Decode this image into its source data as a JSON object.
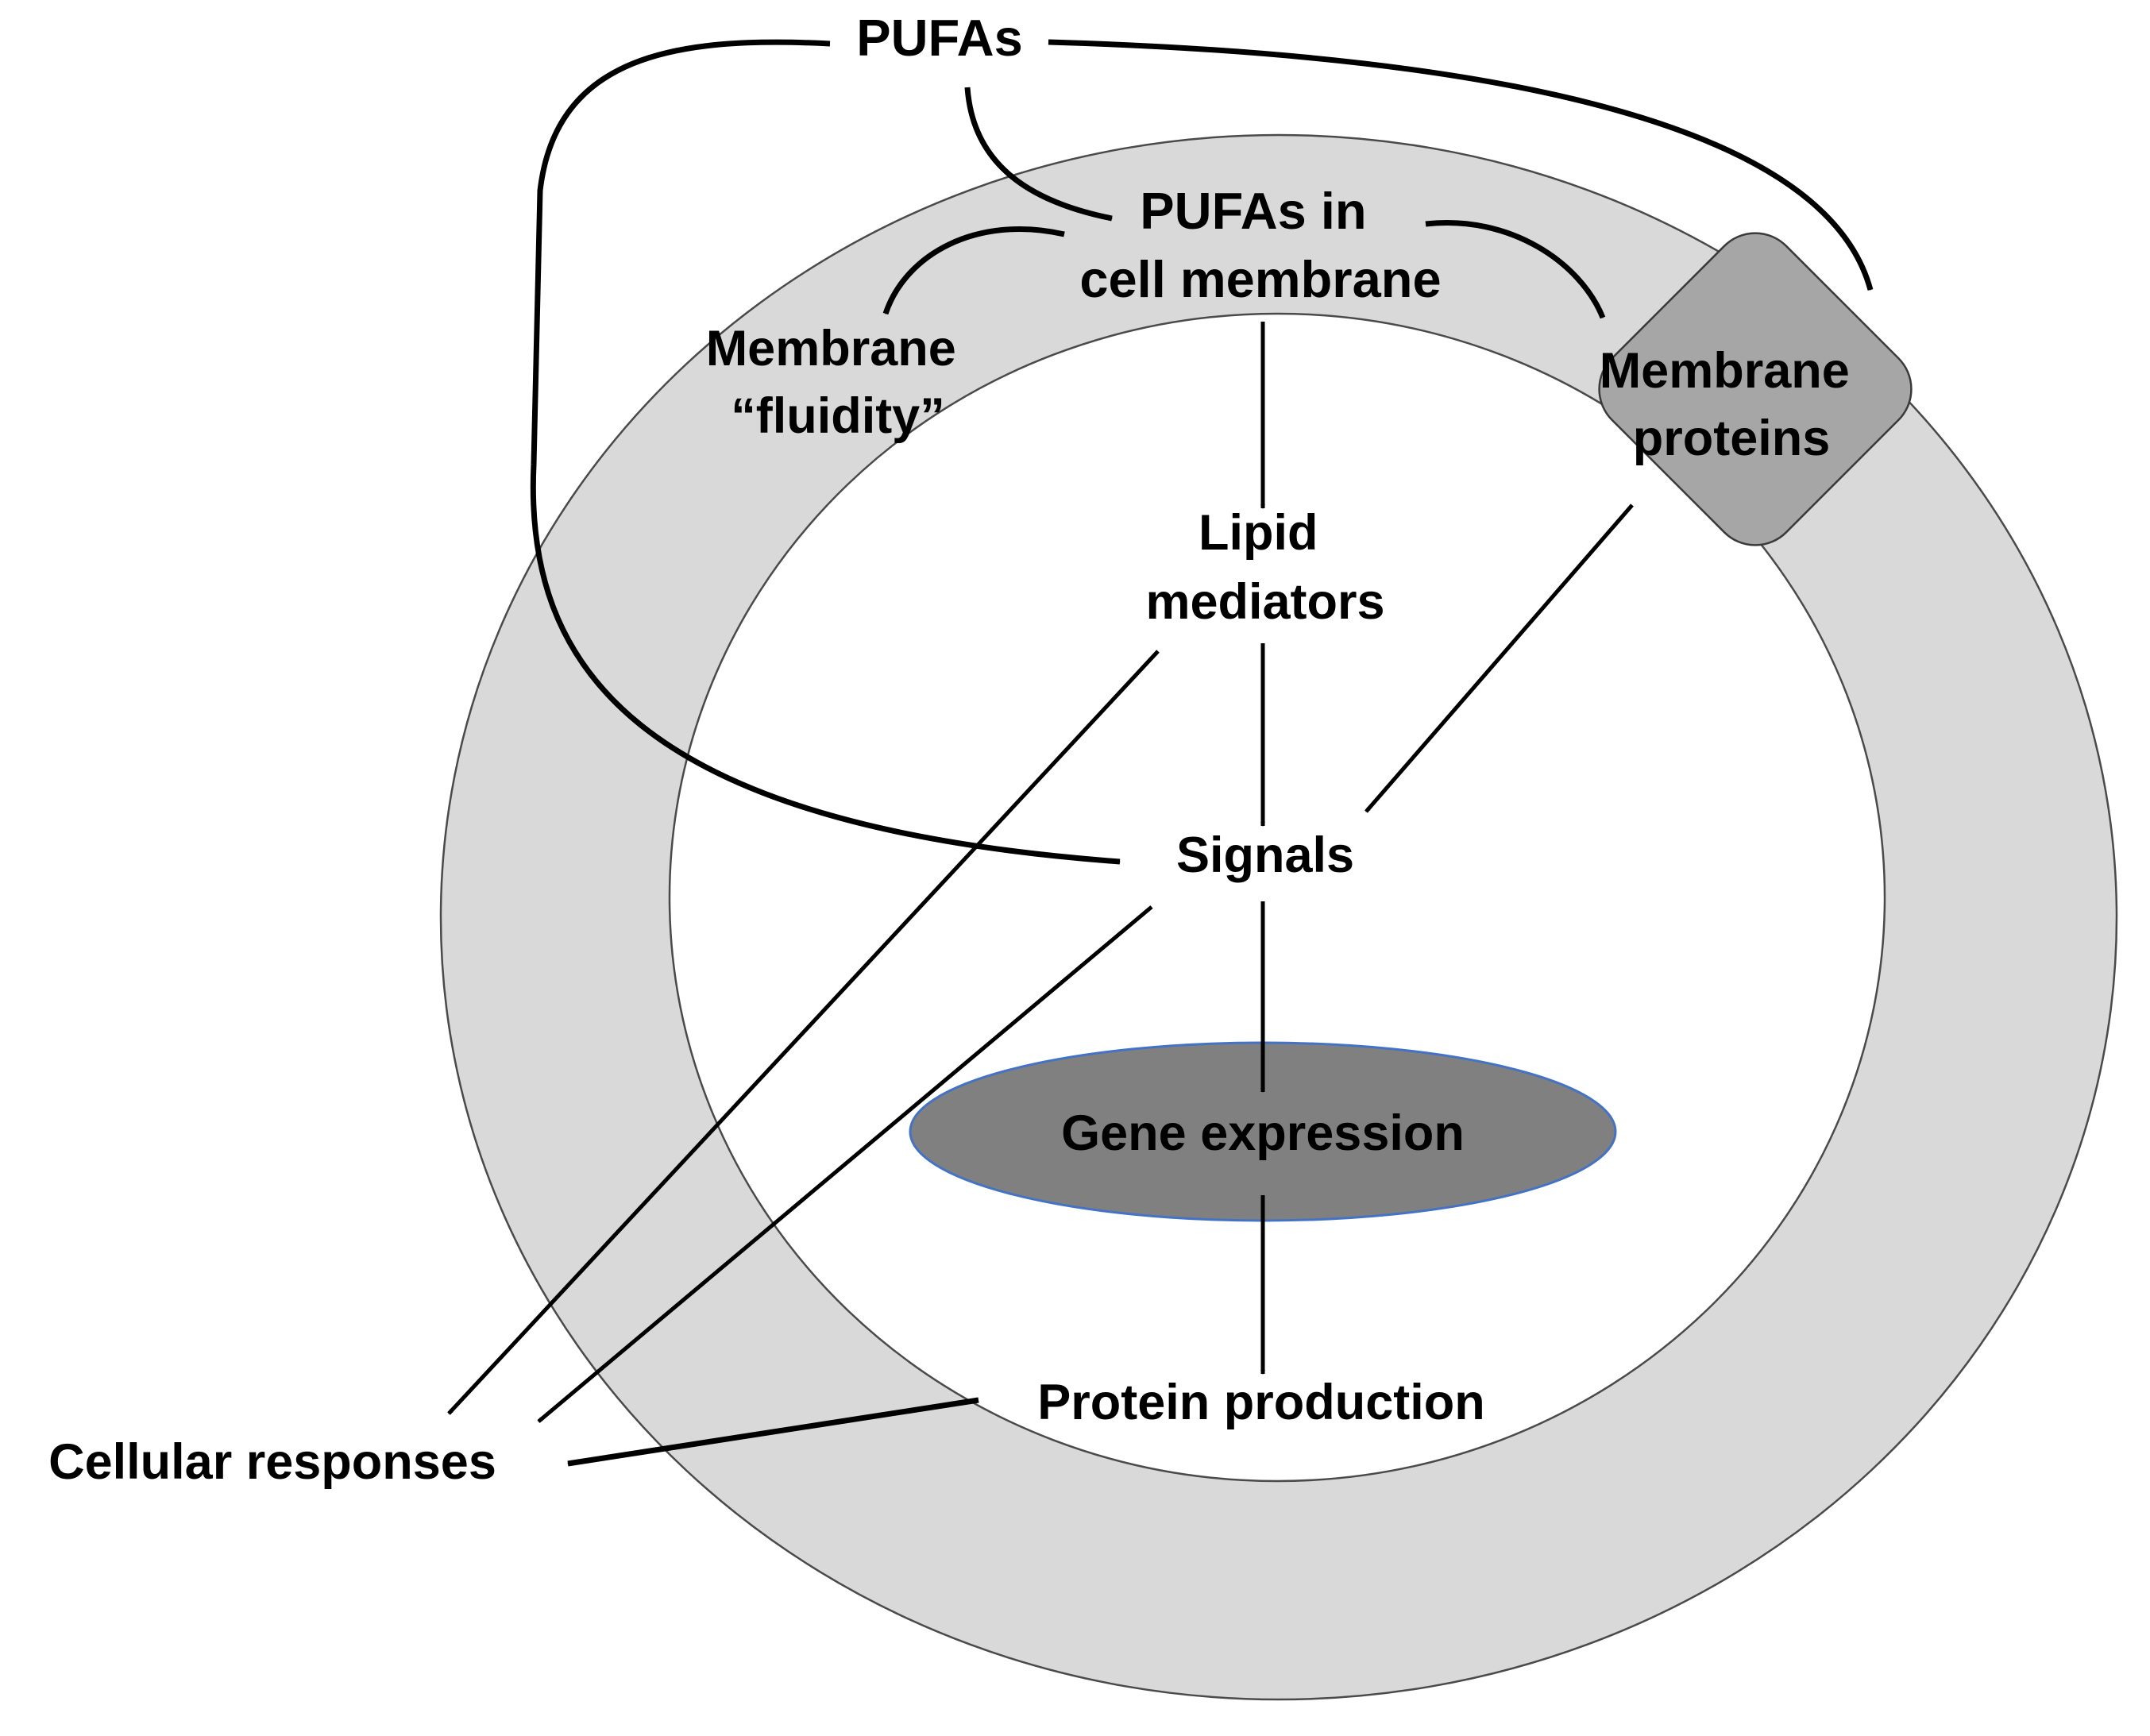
{
  "diagram": {
    "nodes": {
      "pufas": "PUFAs",
      "pufas_in_membrane": [
        "PUFAs in",
        "cell membrane"
      ],
      "membrane_fluidity": [
        "Membrane",
        "“fluidity”"
      ],
      "membrane_proteins": [
        "Membrane",
        "proteins"
      ],
      "lipid_mediators": [
        "Lipid",
        "mediators"
      ],
      "signals": "Signals",
      "gene_expression": "Gene expression",
      "protein_production": "Protein production",
      "cellular_responses": "Cellular responses"
    },
    "edges": [
      {
        "from": "pufas",
        "to": "pufas_in_membrane"
      },
      {
        "from": "pufas",
        "to": "membrane_proteins"
      },
      {
        "from": "pufas",
        "to": "signals"
      },
      {
        "from": "pufas_in_membrane",
        "to": "membrane_fluidity"
      },
      {
        "from": "pufas_in_membrane",
        "to": "membrane_proteins"
      },
      {
        "from": "pufas_in_membrane",
        "to": "lipid_mediators"
      },
      {
        "from": "lipid_mediators",
        "to": "signals"
      },
      {
        "from": "lipid_mediators",
        "to": "cellular_responses"
      },
      {
        "from": "membrane_proteins",
        "to": "signals"
      },
      {
        "from": "signals",
        "to": "gene_expression"
      },
      {
        "from": "signals",
        "to": "cellular_responses"
      },
      {
        "from": "gene_expression",
        "to": "protein_production"
      },
      {
        "from": "protein_production",
        "to": "cellular_responses"
      }
    ],
    "colors": {
      "membrane_ring": "#d9d9d9",
      "membrane_proteins": "#a6a6a6",
      "gene_expression": "#808080",
      "gene_expression_border": "#4472c4",
      "arrows": "#000000"
    }
  }
}
